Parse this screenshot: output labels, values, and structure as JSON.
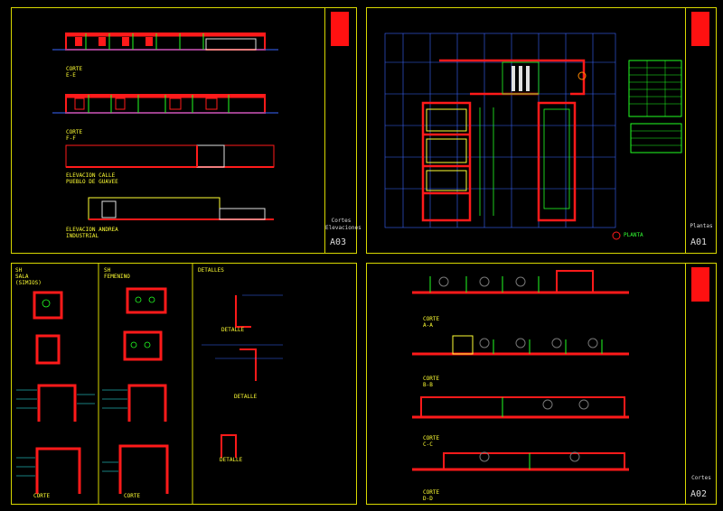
{
  "sheets": {
    "a03": {
      "sheet_no": "A03",
      "title_lines": [
        "Cortes",
        "Elevaciones"
      ],
      "labels": {
        "corte_e": "CORTE\nE-E",
        "corte_f": "CORTE\nF-F",
        "elev_calle": "ELEVACION CALLE\nPUEBLO DE GUAVEE",
        "elev_andrea": "ELEVACION ANDREA\nINDUSTRIAL"
      }
    },
    "a01": {
      "sheet_no": "A01",
      "title_lines": [
        "Plantas"
      ],
      "labels": {
        "planta": "PLANTA"
      }
    },
    "sh": {
      "headers": [
        "SH\nSALA\n(SIMIOS)",
        "SH\nFEMENINO",
        "DETALLES"
      ],
      "labels": {
        "detalle1": "DETALLE",
        "detalle2": "DETALLE",
        "detalle3": "DETALLE",
        "corte1": "CORTE",
        "corte2": "CORTE"
      }
    },
    "a02": {
      "sheet_no": "A02",
      "title_lines": [
        "Cortes"
      ],
      "labels": {
        "corte_a": "CORTE\nA-A",
        "corte_b": "CORTE\nB-B",
        "corte_c": "CORTE\nC-C",
        "corte_d": "CORTE\nD-D"
      }
    }
  },
  "colors": {
    "frame": "#d8d800",
    "wall": "#ff1a1a",
    "green": "#22ff22",
    "cyan": "#33ffff",
    "blue": "#3a66ff",
    "white": "#e0e0e0"
  }
}
